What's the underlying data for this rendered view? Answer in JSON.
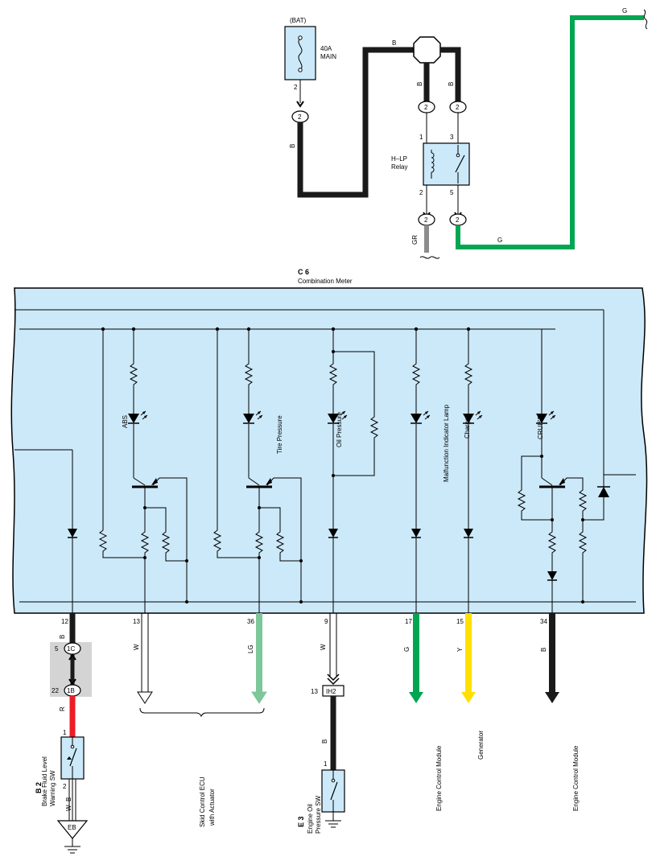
{
  "colors": {
    "panel_fill": "#cce9f9",
    "wire_black": "#1a1a1a",
    "wire_green": "#00a651",
    "wire_red": "#ee1c25",
    "wire_yellow": "#ffe000",
    "wire_lightgreen": "#7dc79a",
    "wire_gray": "#8c8c8c",
    "connector_gray": "#d4d4d4"
  },
  "top": {
    "bat_label": "(BAT)",
    "fuse_name": "40A",
    "fuse_sub": "MAIN",
    "fuse_pin": "2",
    "fuse_conn": "2",
    "wire_b_left": "B",
    "wire_b_top": "B",
    "wire_b_relay1": "B",
    "wire_b_relay3": "B",
    "relay_name": "H–LP",
    "relay_sub": "Relay",
    "relay_pin1": "1",
    "relay_pin3": "3",
    "relay_pin2": "2",
    "relay_pin5": "5",
    "conn_in1": "2",
    "conn_in3": "2",
    "conn_out2": "2",
    "conn_out5": "2",
    "wire_gr": "GR",
    "wire_g_bottom": "G",
    "wire_g_top": "G"
  },
  "meter": {
    "code": "C 6",
    "name": "Combination Meter",
    "lamps": {
      "abs": "ABS",
      "tire": "Tire Pressure",
      "oil": "Oil Pressure",
      "mil": "Malfunction Indicator Lamp",
      "charge": "Charge",
      "cruise": "CRUISE"
    }
  },
  "pins": {
    "p12": "12",
    "p13": "13",
    "p36": "36",
    "p9": "9",
    "p17": "17",
    "p15": "15",
    "p34": "34"
  },
  "wires": {
    "w12": "B",
    "w13": "W",
    "w36": "LG",
    "w9": "W",
    "w17": "G",
    "w15": "Y",
    "w34": "B",
    "w_red": "R",
    "w_oil_b": "B",
    "w_wb": "W–B"
  },
  "bottom": {
    "conn_1c_pin": "5",
    "conn_1c": "1C",
    "conn_1b_pin": "22",
    "conn_1b": "1B",
    "b2_code": "B 2",
    "b2_name1": "Brake Fluid Level",
    "b2_name2": "Warning SW",
    "b2_pin1": "1",
    "b2_pin2": "2",
    "ground_eb": "EB",
    "skid_1": "Skid Control ECU",
    "skid_2": "with Actuator",
    "ih2_pin": "13",
    "ih2": "IH2",
    "e3_code": "E 3",
    "e3_name1": "Engine Oil",
    "e3_name2": "Pressure SW",
    "e3_pin": "1",
    "ecm1": "Engine Control Module",
    "generator": "Generator",
    "ecm2": "Engine Control Module"
  }
}
